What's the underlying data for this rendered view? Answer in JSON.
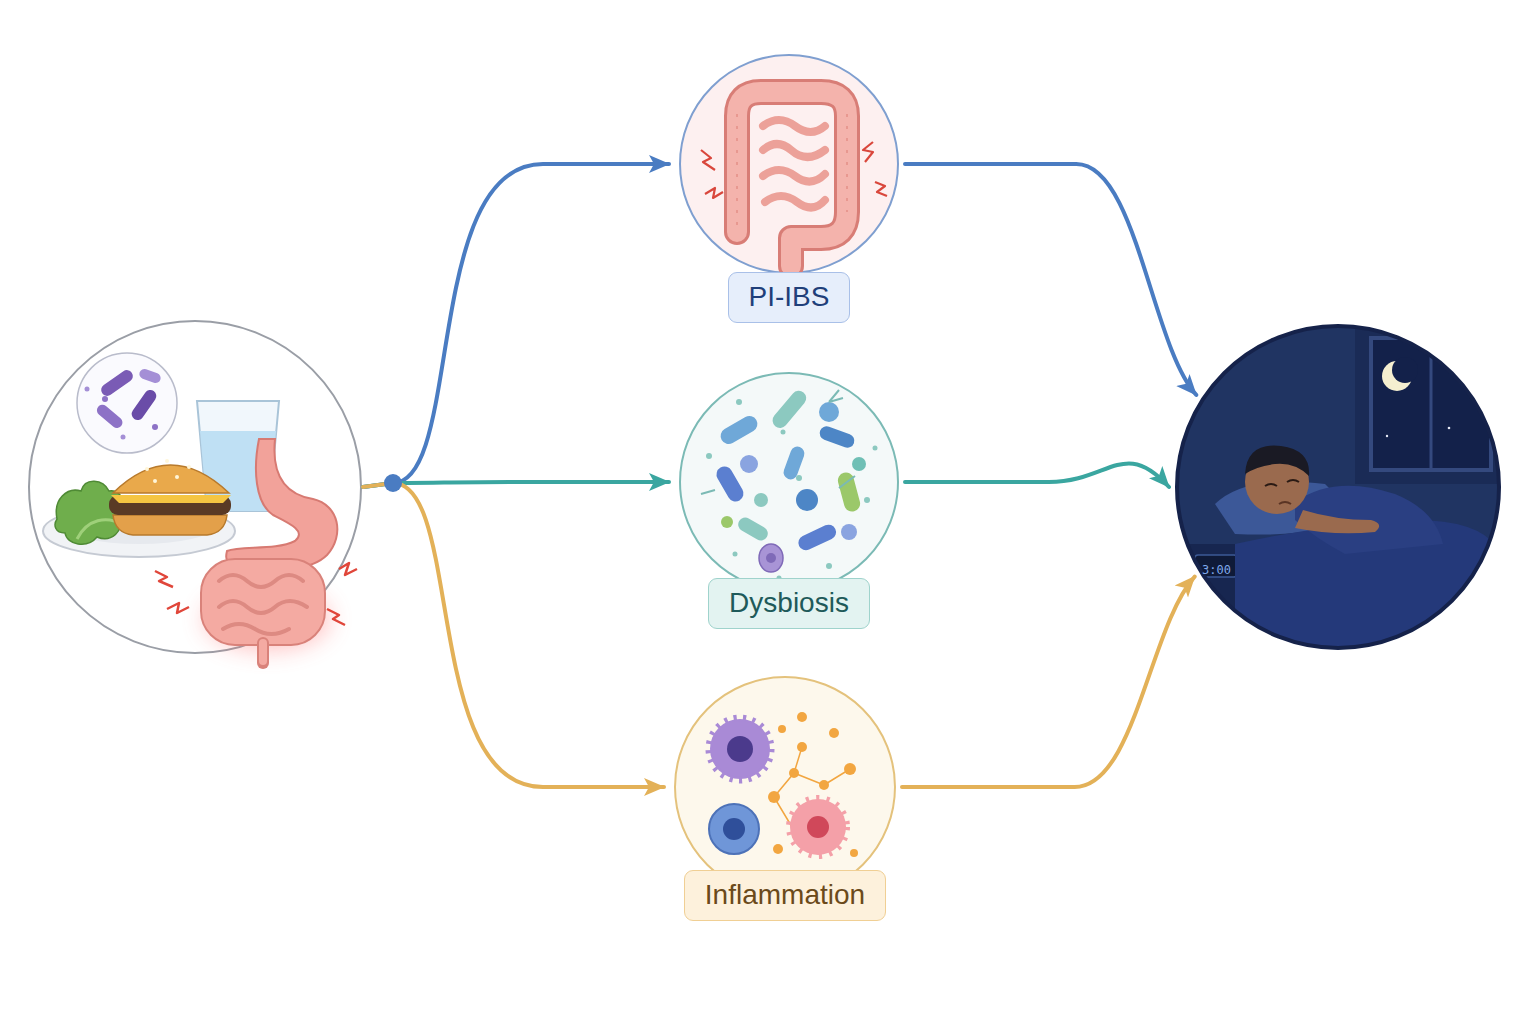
{
  "diagram": {
    "nodes": [
      {
        "text": []
      },
      {
        "text": [
          "PI-IBS"
        ]
      },
      {
        "text": [
          "Dysbiosis"
        ]
      },
      {
        "text": [
          "Inflammation"
        ]
      },
      {
        "text": [
          "3:00"
        ]
      }
    ],
    "edges": [
      {
        "from": 0,
        "to": 1,
        "arrow": "to"
      },
      {
        "from": 0,
        "to": 2,
        "arrow": "to"
      },
      {
        "from": 0,
        "to": 3,
        "arrow": "to"
      },
      {
        "from": 1,
        "to": 4,
        "arrow": "to"
      },
      {
        "from": 2,
        "to": 4,
        "arrow": "to"
      },
      {
        "from": 3,
        "to": 4,
        "arrow": "to"
      }
    ]
  }
}
